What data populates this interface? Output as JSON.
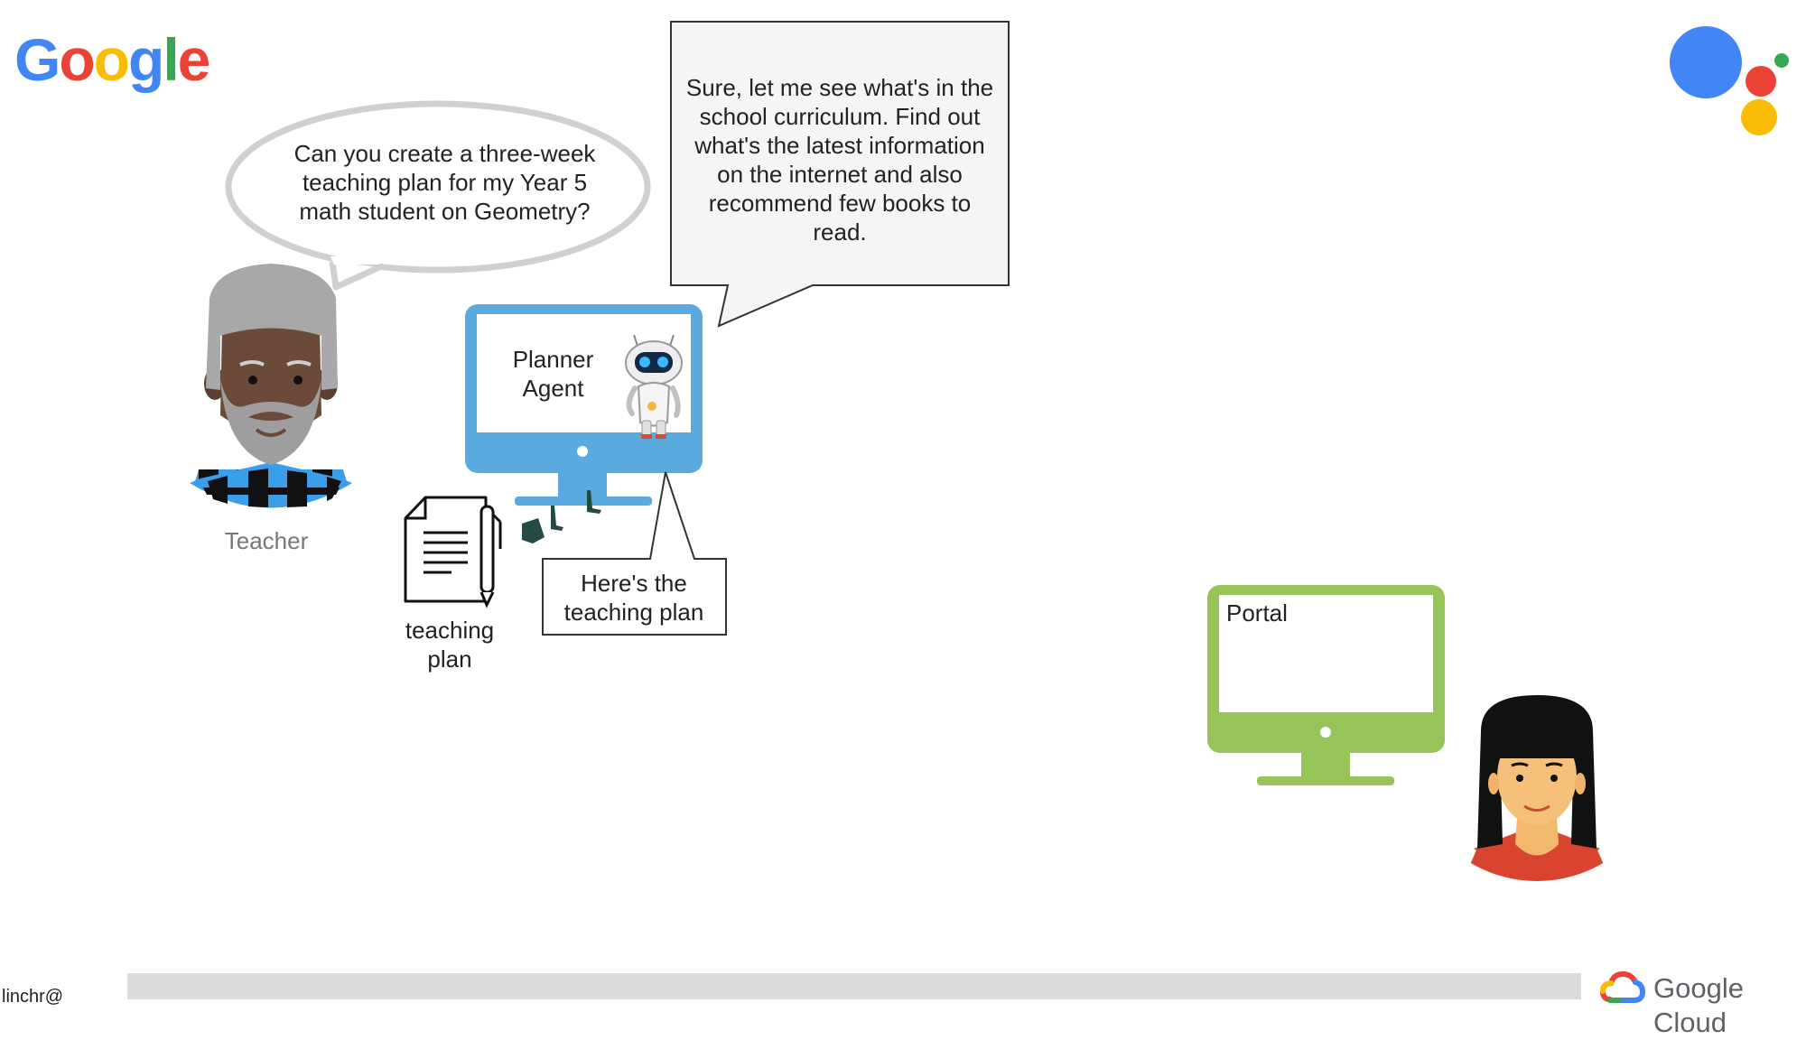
{
  "brand": {
    "logo_text": "Google",
    "logo_letter_colors": [
      "#4285F4",
      "#EA4335",
      "#FBBC05",
      "#4285F4",
      "#34A853",
      "#EA4335"
    ],
    "assistant_dot_colors": [
      "#4285F4",
      "#EA4335",
      "#FBBC05",
      "#34A853"
    ]
  },
  "teacher": {
    "speech": "Can you create a three-week teaching plan for my Year 5 math student on Geometry?",
    "label": "Teacher"
  },
  "agent": {
    "screen_label": "Planner Agent",
    "reply": "Sure, let me see what's in the school curriculum. Find out what's the latest information on the internet and also recommend few books to read.",
    "monitor_color": "#5AAAE0"
  },
  "document": {
    "label": "teaching plan",
    "callout": "Here's the teaching plan"
  },
  "portal": {
    "label": "Portal",
    "monitor_color": "#97C459"
  },
  "footer": {
    "user": "linchr@",
    "brand": "Google Cloud"
  }
}
